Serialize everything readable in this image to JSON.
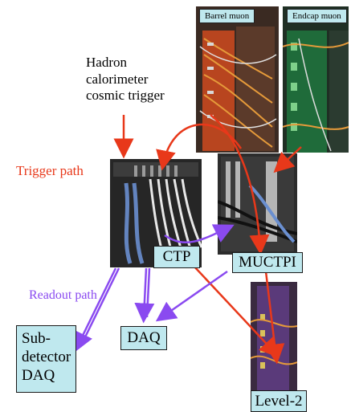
{
  "labels": {
    "hadron_trigger": [
      "Hadron",
      "calorimeter",
      "cosmic trigger"
    ],
    "trigger_path": "Trigger path",
    "readout_path": "Readout path",
    "barrel_muon": "Barrel muon",
    "endcap_muon": "Endcap muon",
    "ctp": "CTP",
    "muctpi": "MUCTPI",
    "daq": "DAQ",
    "subdetector_daq": [
      "Sub-",
      "detector",
      "DAQ"
    ],
    "level2": "Level-2"
  },
  "colors": {
    "trigger": "#e8381a",
    "readout": "#8a4af0",
    "box_fill": "#bfe8ee",
    "dark_arrow": "#c81e0e"
  }
}
